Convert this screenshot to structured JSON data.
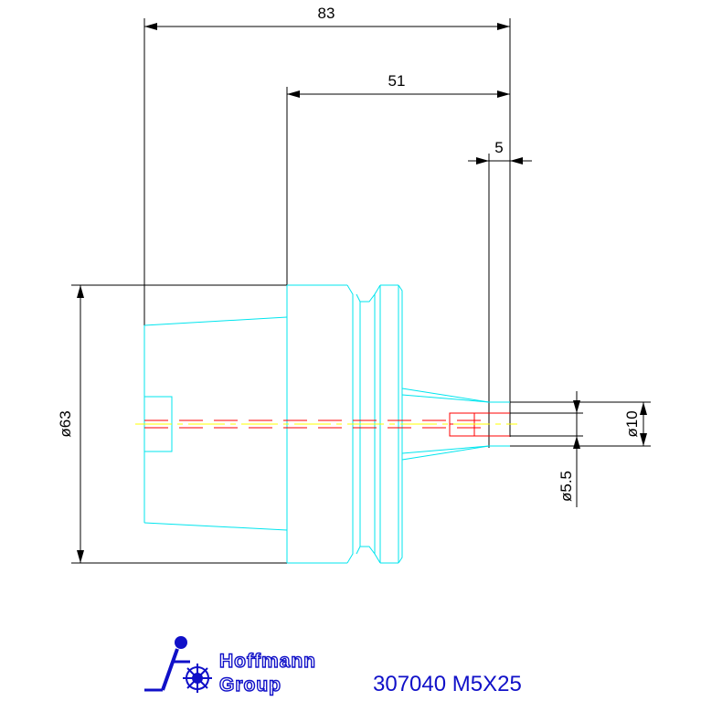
{
  "drawing": {
    "dimensions": {
      "overall_length": "83",
      "body_length": "51",
      "tip_length": "5",
      "body_diameter": "ø63",
      "shank_diameter": "ø10",
      "bore_diameter": "ø5.5"
    },
    "colors": {
      "dimension": "#000000",
      "outline": "#00e5ee",
      "hidden": "#ff0000",
      "centerline": "#ffff00",
      "brand": "#1010c8"
    }
  },
  "title_block": {
    "brand_line1": "Hoffmann",
    "brand_line2": "Group",
    "part_code": "307040 M5X25"
  }
}
